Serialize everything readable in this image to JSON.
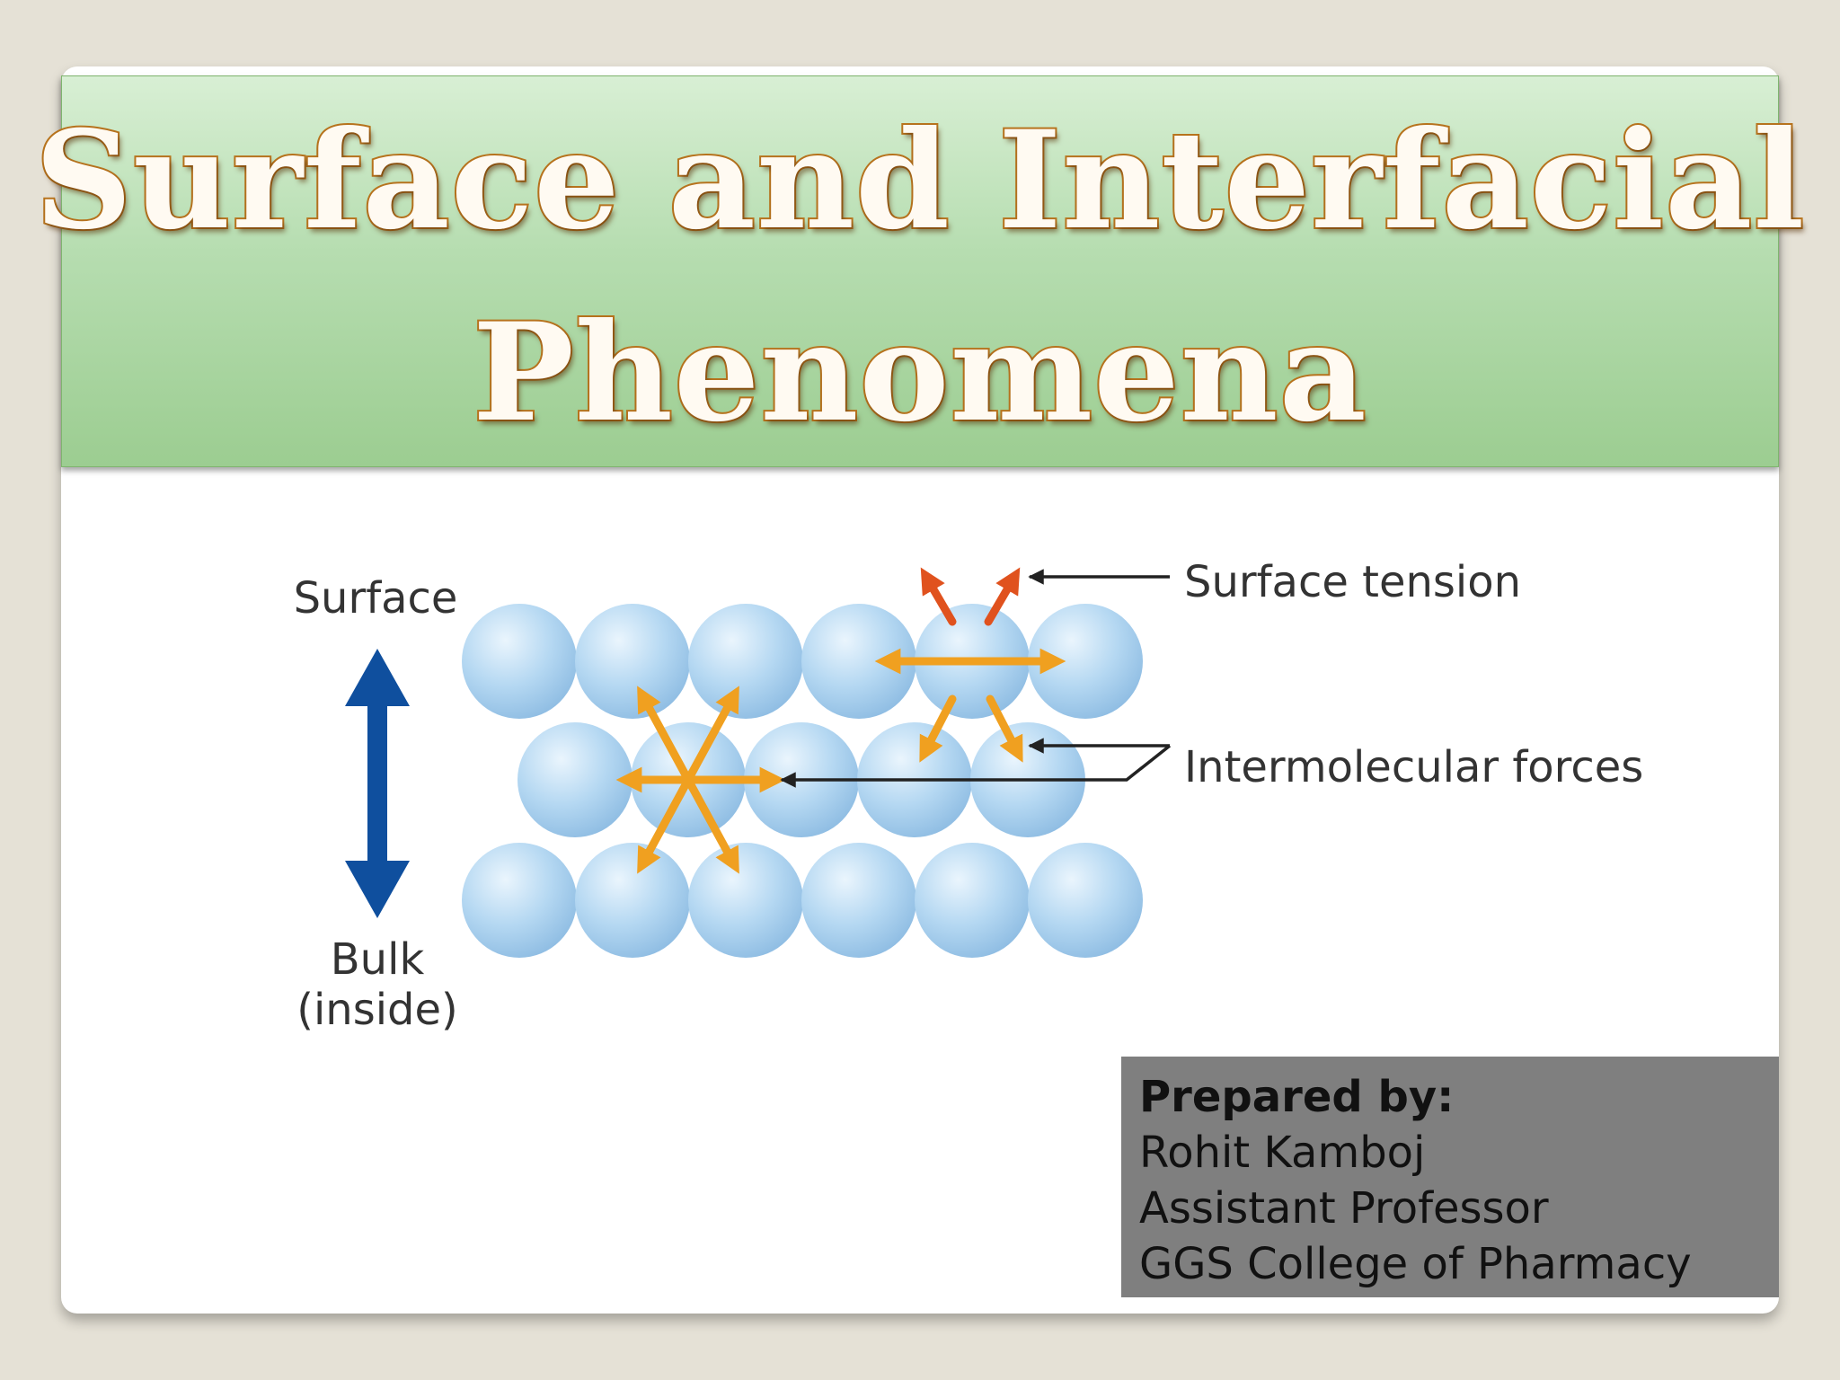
{
  "slide": {
    "title_line_1": "Surface and Interfacial",
    "title_line_2": "Phenomena"
  },
  "diagram": {
    "labels": {
      "surface": "Surface",
      "bulk_line_1": "Bulk",
      "bulk_line_2": "(inside)",
      "surface_tension": "Surface tension",
      "intermolecular_forces": "Intermolecular forces"
    },
    "colors": {
      "molecule": "#9fcaea",
      "vertical_arrow": "#0f4f9e",
      "force_arrow": "#f0a020",
      "surface_tension_arrow": "#e0521e",
      "pointer": "#222222"
    }
  },
  "credits": {
    "heading": "Prepared by:",
    "name": "Rohit Kamboj",
    "designation": "Assistant Professor",
    "institution": "GGS College of Pharmacy"
  },
  "colors": {
    "background": "#e5e1d6",
    "banner_green": "#a8d59c",
    "title_outline": "#b8741e",
    "credits_box": "#7f7f7f"
  }
}
